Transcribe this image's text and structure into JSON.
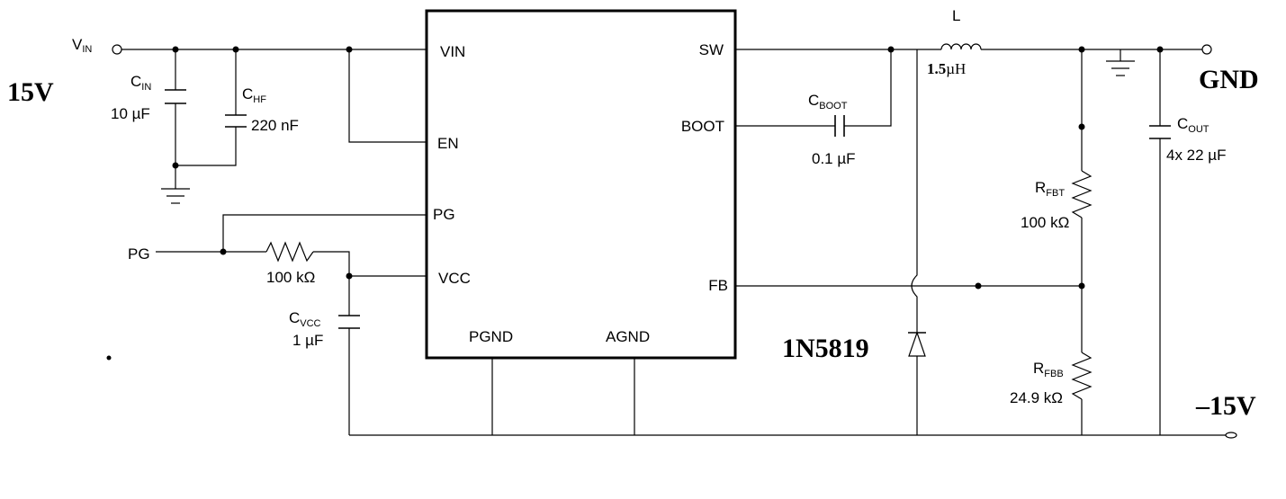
{
  "labels": {
    "vin_node": "V",
    "vin_node_sub": "IN",
    "input_voltage": "15V",
    "gnd_out": "GND",
    "neg_out": "–15V",
    "pg_node": "PG",
    "diode_part": "1N5819"
  },
  "ic": {
    "pins": {
      "vin": "VIN",
      "en": "EN",
      "pg": "PG",
      "vcc": "VCC",
      "pgnd": "PGND",
      "agnd": "AGND",
      "sw": "SW",
      "boot": "BOOT",
      "fb": "FB"
    }
  },
  "components": {
    "cin": {
      "name": "C",
      "sub": "IN",
      "value": "10 µF"
    },
    "chf": {
      "name": "C",
      "sub": "HF",
      "value": "220 nF"
    },
    "cboot": {
      "name": "C",
      "sub": "BOOT",
      "value": "0.1 µF"
    },
    "cvcc": {
      "name": "C",
      "sub": "VCC",
      "value": "1 µF"
    },
    "rpg": {
      "value": "100 kΩ"
    },
    "ind": {
      "name": "L",
      "value_num": "1.5",
      "value_unit": "µH"
    },
    "rfbt": {
      "name": "R",
      "sub": "FBT",
      "value": "100 kΩ"
    },
    "rfbb": {
      "name": "R",
      "sub": "FBB",
      "value": "24.9 kΩ"
    },
    "cout": {
      "name": "C",
      "sub": "OUT",
      "value": "4x 22 µF"
    }
  }
}
